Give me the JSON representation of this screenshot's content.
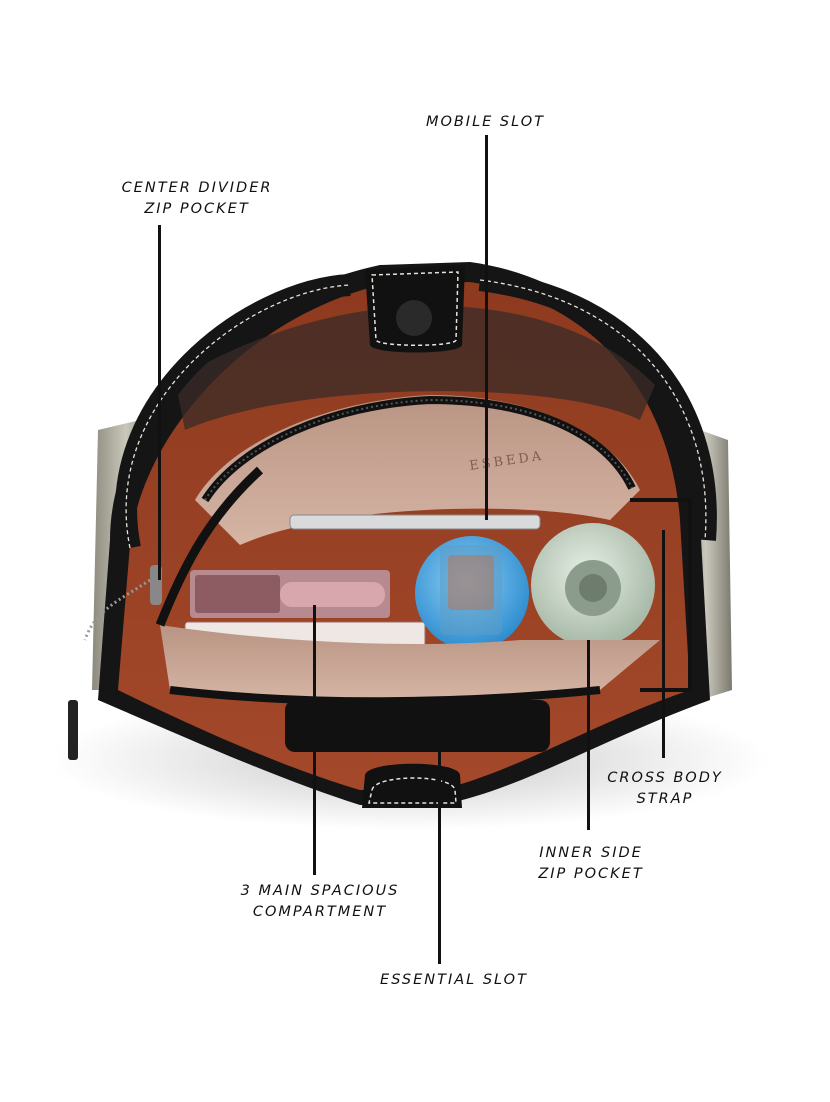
{
  "callouts": {
    "mobile_slot": {
      "lines": [
        "MOBILE SLOT"
      ]
    },
    "center_divider": {
      "lines": [
        "CENTER DIVIDER",
        "ZIP POCKET"
      ]
    },
    "cross_body_strap": {
      "lines": [
        "CROSS BODY",
        "STRAP"
      ]
    },
    "inner_side_pocket": {
      "lines": [
        "INNER SIDE",
        "ZIP POCKET"
      ]
    },
    "main_compartment": {
      "lines": [
        "3 MAIN SPACIOUS",
        "COMPARTMENT"
      ]
    },
    "essential_slot": {
      "lines": [
        "ESSENTIAL SLOT"
      ]
    }
  },
  "lining_print": "ESBEDA",
  "colors": {
    "background": "#ffffff",
    "leather": "#151515",
    "suede_lining": "#9a4124",
    "fabric_lining": "#c9a493",
    "stitching": "#e8e2d8",
    "ink": "#111111"
  }
}
